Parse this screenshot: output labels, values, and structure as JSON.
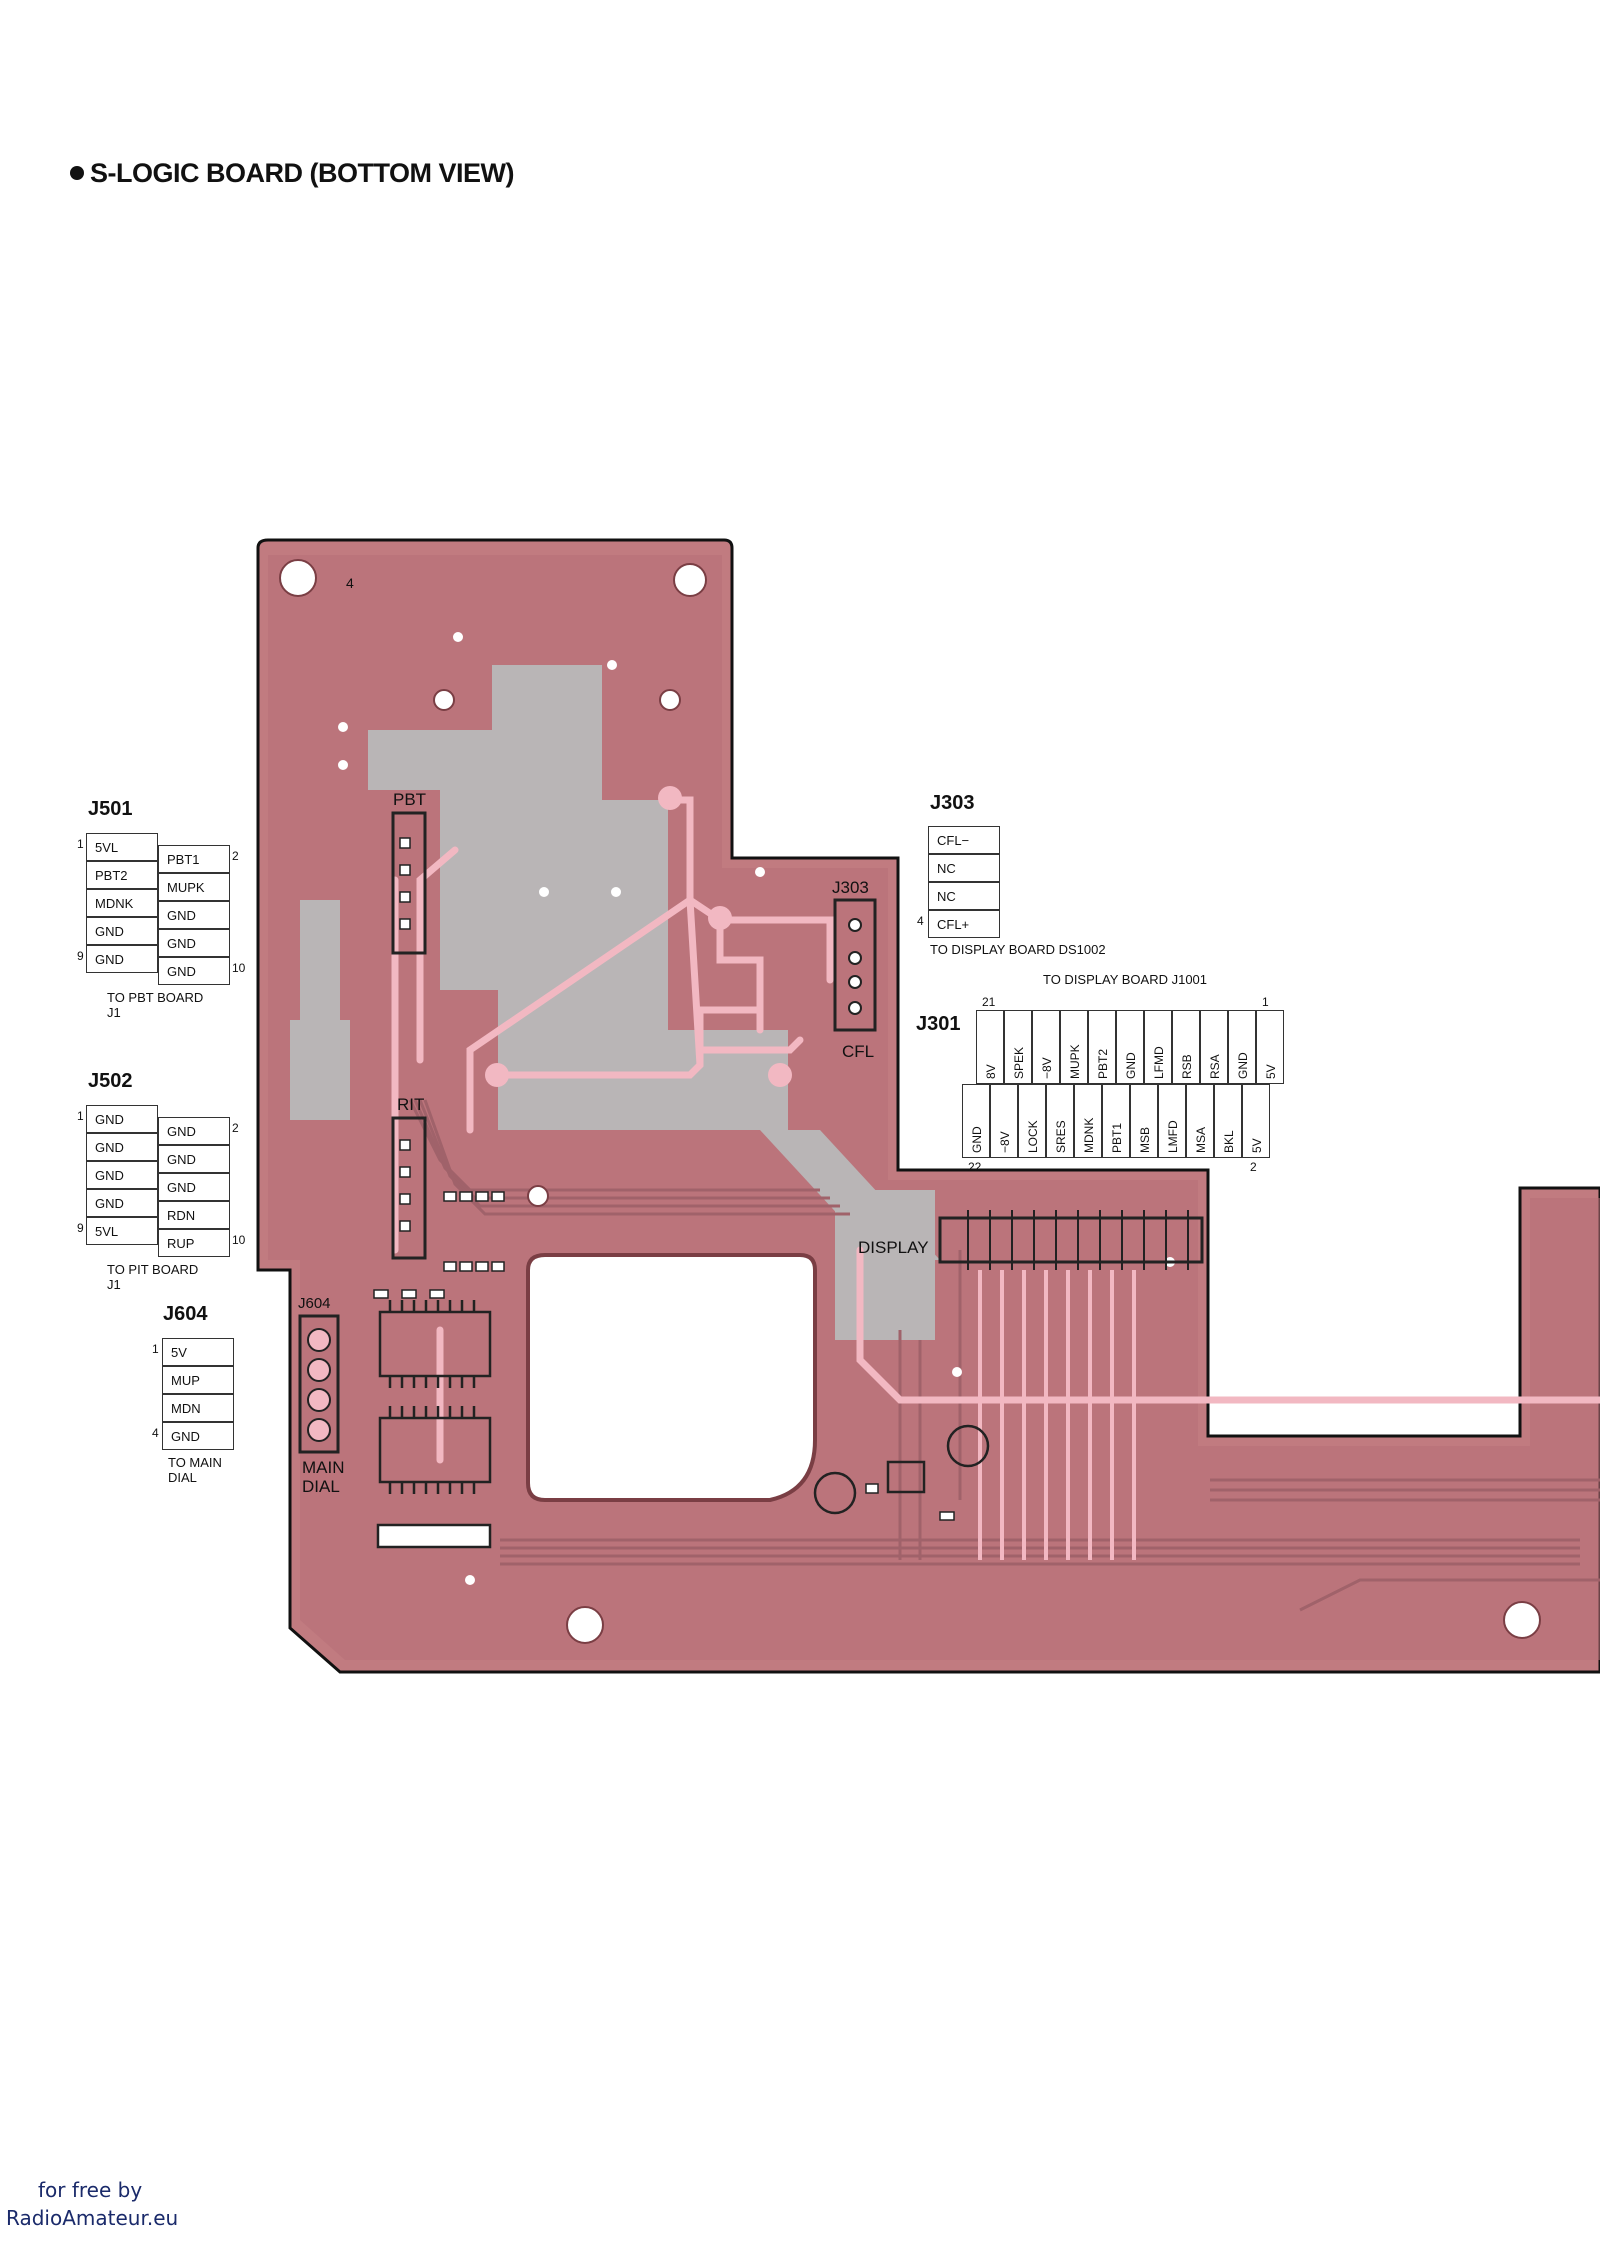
{
  "title": "S-LOGIC BOARD (BOTTOM VIEW)",
  "board_labels": {
    "pbt": "PBT",
    "rit": "RIT",
    "j303": "J303",
    "cfl": "CFL",
    "display": "DISPLAY",
    "j604": "J604",
    "main": "MAIN",
    "dial": "DIAL",
    "corner": "4"
  },
  "j501": {
    "name": "J501",
    "left": [
      "5VL",
      "PBT2",
      "MDNK",
      "GND",
      "GND"
    ],
    "right": [
      "PBT1",
      "MUPK",
      "GND",
      "GND",
      "GND"
    ],
    "pin_first_left": "1",
    "pin_last_left": "9",
    "pin_first_right": "2",
    "pin_last_right": "10",
    "note_line1": "TO PBT BOARD",
    "note_line2": "J1"
  },
  "j502": {
    "name": "J502",
    "left": [
      "GND",
      "GND",
      "GND",
      "GND",
      "5VL"
    ],
    "right": [
      "GND",
      "GND",
      "GND",
      "RDN",
      "RUP"
    ],
    "pin_first_left": "1",
    "pin_last_left": "9",
    "pin_first_right": "2",
    "pin_last_right": "10",
    "note_line1": "TO PIT BOARD",
    "note_line2": "J1"
  },
  "j604": {
    "name": "J604",
    "pins": [
      "5V",
      "MUP",
      "MDN",
      "GND"
    ],
    "pin_first": "1",
    "pin_last": "4",
    "note_line1": "TO MAIN",
    "note_line2": "DIAL"
  },
  "j303": {
    "name": "J303",
    "pins": [
      "CFL−",
      "NC",
      "NC",
      "CFL+"
    ],
    "pin_last": "4",
    "note": "TO DISPLAY BOARD DS1002"
  },
  "j301": {
    "name": "J301",
    "note": "TO DISPLAY BOARD J1001",
    "top": [
      "8V",
      "SPEK",
      "−8V",
      "MUPK",
      "PBT2",
      "GND",
      "LFMD",
      "RSB",
      "RSA",
      "GND",
      "5V"
    ],
    "bottom": [
      "GND",
      "−8V",
      "LOCK",
      "SRES",
      "MDNK",
      "PBT1",
      "MSB",
      "LMFD",
      "MSA",
      "BKL",
      "5V"
    ],
    "pin_top_left": "21",
    "pin_top_right": "1",
    "pin_bottom_left": "22",
    "pin_bottom_right": "2"
  },
  "footer": {
    "line1": "for free by",
    "line2": "RadioAmateur.eu"
  },
  "colors": {
    "board": "#c17b80",
    "copper": "#aa6a70",
    "silk_gray": "#b9b5b6",
    "highlight": "#f2b8c2",
    "hole": "#ffffff"
  }
}
